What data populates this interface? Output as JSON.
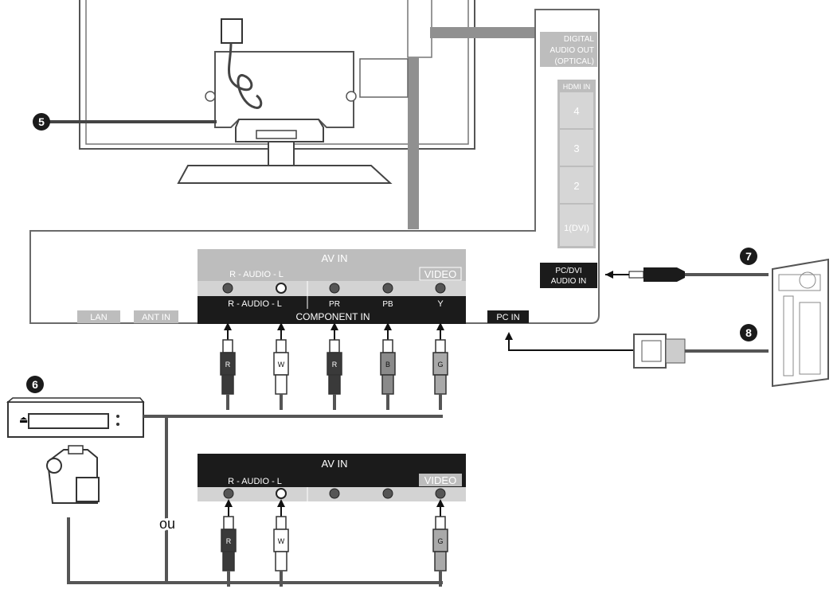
{
  "callouts": {
    "n5": "5",
    "n6": "6",
    "n7": "7",
    "n8": "8"
  },
  "side_panel": {
    "digital_audio": [
      "DIGITAL",
      "AUDIO OUT",
      "(OPTICAL)"
    ],
    "hdmi_in": "HDMI IN",
    "hdmi_ports": [
      "4",
      "3",
      "2",
      "1(DVI)"
    ],
    "pc_dvi_audio_in": [
      "PC/DVI",
      "AUDIO IN"
    ],
    "pc_in": "PC IN"
  },
  "rear_panel": {
    "av_in": "AV IN",
    "av_audio_top": "R - AUDIO - L",
    "video_top": "VIDEO",
    "component_labels": [
      "R - AUDIO - L",
      "PR",
      "PB",
      "Y"
    ],
    "component_in": "COMPONENT IN",
    "lan": "LAN",
    "ant_in": "ANT IN"
  },
  "plugs_top": [
    "R",
    "W",
    "R",
    "B",
    "G"
  ],
  "lower_panel": {
    "av_in": "AV IN",
    "audio": "R - AUDIO - L",
    "video": "VIDEO"
  },
  "plugs_bottom": [
    "R",
    "W",
    "G"
  ],
  "or_label": "ou",
  "colors": {
    "panel_black": "#1b1b1b",
    "panel_grey": "#bdbdbd",
    "line": "#555555"
  }
}
